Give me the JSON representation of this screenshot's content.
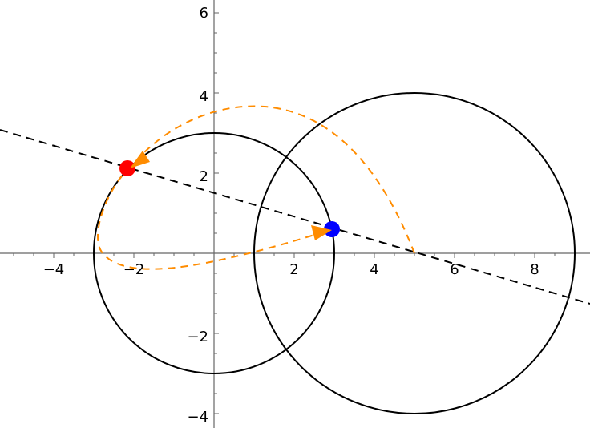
{
  "chart_data": {
    "type": "scatter",
    "title": "",
    "xlabel": "",
    "ylabel": "",
    "xlim": [
      -5.3,
      9.4
    ],
    "ylim": [
      -4.3,
      6.3
    ],
    "grid": false,
    "x_ticks": [
      "-4",
      "-2",
      "2",
      "4",
      "6",
      "8"
    ],
    "y_ticks": [
      "-4",
      "-2",
      "2",
      "4",
      "6"
    ],
    "circles": [
      {
        "name": "small-circle",
        "center": [
          0,
          0
        ],
        "radius": 3,
        "color": "#000000"
      },
      {
        "name": "large-circle",
        "center": [
          5,
          0
        ],
        "radius": 4,
        "color": "#000000"
      }
    ],
    "line": {
      "name": "dashed-line",
      "style": "dashed",
      "color": "#000000",
      "through": [
        [
          5,
          0
        ],
        [
          -2.2,
          2.12
        ]
      ],
      "slope": -0.295
    },
    "points": [
      {
        "name": "red-point",
        "x": -2.2,
        "y": 2.12,
        "color": "#ff0000"
      },
      {
        "name": "blue-point",
        "x": 2.95,
        "y": 0.6,
        "color": "#0000ff"
      }
    ],
    "arrows": [
      {
        "name": "arrow-to-red",
        "from": [
          5,
          0
        ],
        "to": [
          -2.1,
          2.25
        ],
        "style": "dashed",
        "color": "#ff8c00",
        "peak": [
          0.95,
          3.65
        ]
      },
      {
        "name": "arrow-to-blue",
        "from": [
          -2.1,
          2.25
        ],
        "to": [
          2.9,
          0.6
        ],
        "style": "dashed",
        "color": "#ff8c00",
        "via": [
          [
            -2.9,
            0.2
          ],
          [
            -1.8,
            -0.42
          ],
          [
            0,
            -0.2
          ]
        ]
      }
    ]
  },
  "colors": {
    "axis": "#666666",
    "curve": "#000000",
    "orange": "#ff8c00",
    "red": "#ff0000",
    "blue": "#0000ff"
  }
}
